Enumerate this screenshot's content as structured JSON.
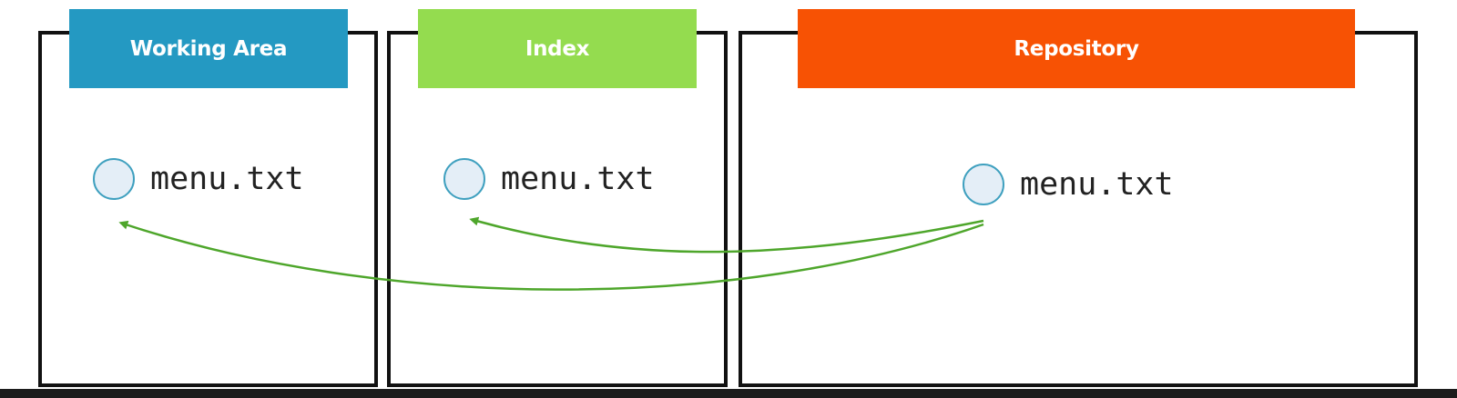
{
  "panels": {
    "working_area": {
      "label": "Working Area",
      "color": "#2499c2"
    },
    "index": {
      "label": "Index",
      "color": "#94dc4f"
    },
    "repository": {
      "label": "Repository",
      "color": "#f75204"
    }
  },
  "files": {
    "working_area": "menu.txt",
    "index": "menu.txt",
    "repository": "menu.txt"
  },
  "colors": {
    "arrow": "#4ea62b",
    "file_circle_border": "#3fa0bf",
    "file_circle_fill": "#e4eef7",
    "panel_border": "#111111"
  },
  "arrows": [
    {
      "name": "arrow-repository-to-index",
      "from": "repository",
      "to": "index"
    },
    {
      "name": "arrow-repository-to-working-area",
      "from": "repository",
      "to": "working_area"
    }
  ]
}
